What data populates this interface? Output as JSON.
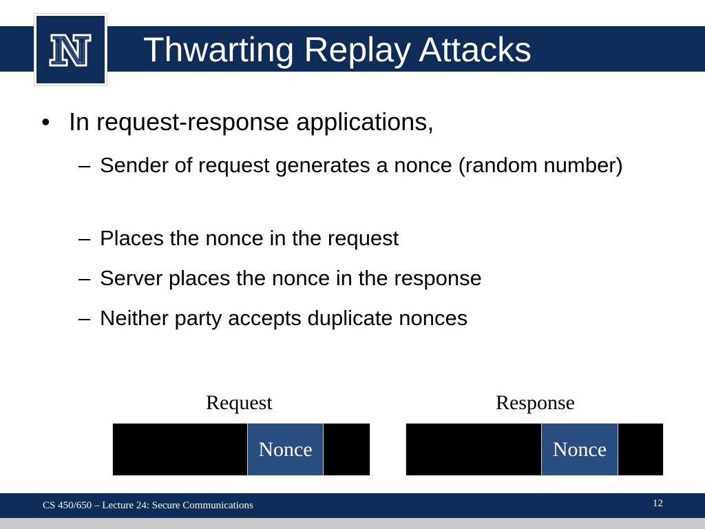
{
  "slide": {
    "title": "Thwarting Replay Attacks",
    "logo_letter": "N",
    "bullet": "In request-response applications,",
    "sub_bullets": [
      "Sender of request generates a nonce (random number)",
      "Places the nonce in the request",
      "Server places the nonce in the response",
      "Neither party accepts duplicate nonces"
    ]
  },
  "diagram": {
    "request_label": "Request",
    "response_label": "Response",
    "request_nonce": "Nonce",
    "response_nonce": "Nonce"
  },
  "footer": {
    "course": "CS 450/650 – Lecture 24: Secure Communications",
    "page_number": "12"
  },
  "colors": {
    "brand_navy": "#0f2c59",
    "nonce_blue": "#2a4d80"
  }
}
